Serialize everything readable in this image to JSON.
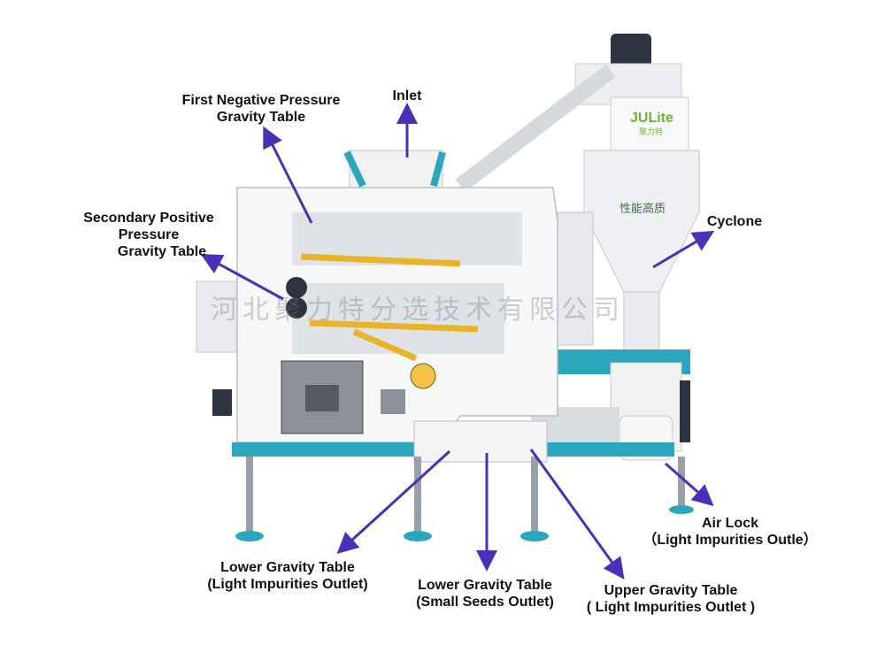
{
  "brand": {
    "logo_text": "JULite",
    "logo_subtext": "聚力特",
    "cyclone_slogan": "性能高质"
  },
  "watermark": "河北聚力特分选技术有限公司",
  "colors": {
    "arrow": "#4b2fb8",
    "frame_teal": "#2aa7bd",
    "machine_white": "#f4f5f7",
    "trim_yellow": "#e8b52a",
    "brand_green": "#6fb42b"
  },
  "callouts": {
    "first_negative": {
      "line1": "First Negative Pressure",
      "line2": "Gravity Table"
    },
    "inlet": {
      "line1": "Inlet"
    },
    "secondary_positive": {
      "line1": "Secondary Positive",
      "line2": "Pressure",
      "line3": "Gravity Table"
    },
    "cyclone": {
      "line1": "Cyclone"
    },
    "air_lock": {
      "line1": "Air Lock",
      "line2": "（Light Impurities Outle）"
    },
    "lower_light": {
      "line1": "Lower Gravity Table",
      "line2": "(Light Impurities Outlet)"
    },
    "lower_small": {
      "line1": "Lower Gravity Table",
      "line2": "(Small Seeds Outlet)"
    },
    "upper_light": {
      "line1": "Upper Gravity Table",
      "line2": "( Light Impurities Outlet )"
    }
  }
}
